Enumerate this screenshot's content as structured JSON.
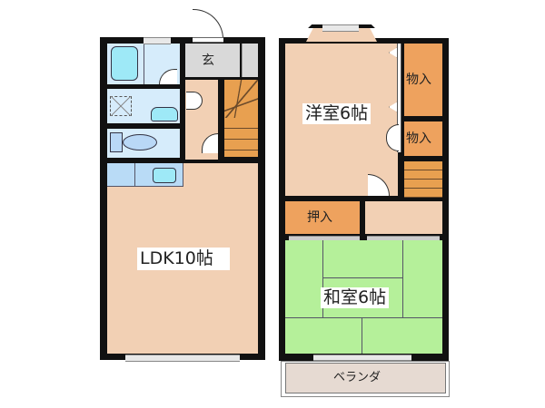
{
  "floorplan": {
    "floor1": {
      "entrance": {
        "label": "玄"
      },
      "ldk": {
        "label": "LDK10帖"
      },
      "bath": {
        "label": ""
      },
      "washroom": {
        "label": ""
      },
      "toilet": {
        "label": ""
      },
      "stairs": {
        "label": ""
      }
    },
    "floor2": {
      "western_room": {
        "label": "洋室6帖"
      },
      "closet_upper": {
        "label": "物入"
      },
      "closet_lower": {
        "label": "物入"
      },
      "oshiire": {
        "label": "押入"
      },
      "japanese_room": {
        "label": "和室6帖"
      },
      "veranda": {
        "label": "ベランダ"
      }
    },
    "colors": {
      "wall": "#111111",
      "living": "#f2d0b4",
      "wet_area": "#d6ecfb",
      "entrance": "#d9d9d9",
      "storage": "#eea25e",
      "stairs": "#e8a050",
      "tatami": "#b5f09a",
      "veranda": "#e6dad2"
    }
  }
}
